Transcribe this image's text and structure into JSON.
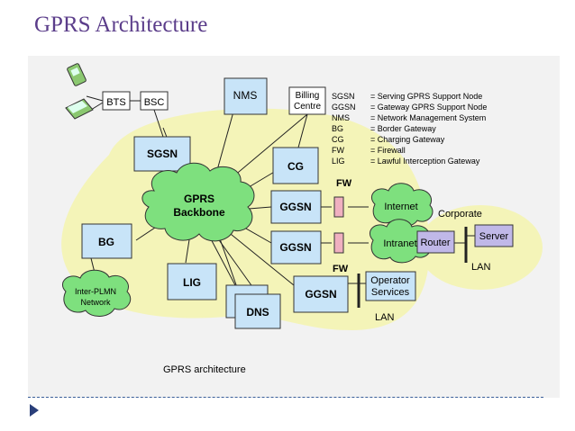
{
  "slide": {
    "title": "GPRS Architecture"
  },
  "colors": {
    "title": "#5b3d8a",
    "node_fill": "#c8e4f8",
    "cloud_fill": "#7ee07e",
    "blob_fill": "#f4f4b8",
    "firewall_fill": "#f0b0c0",
    "router_fill": "#c0b8e8",
    "separator": "#3a5f9a",
    "bullet": "#2a3f7a"
  },
  "icons": [
    "mobile-phone-icon",
    "laptop-icon",
    "bullet-arrow-icon"
  ],
  "diagram": {
    "caption": "GPRS architecture",
    "nodes": {
      "bts": "BTS",
      "bsc": "BSC",
      "nms": "NMS",
      "billing_line1": "Billing",
      "billing_line2": "Centre",
      "sgsn": "SGSN",
      "cg": "CG",
      "ggsn1": "GGSN",
      "ggsn2": "GGSN",
      "ggsn3": "GGSN",
      "bg": "BG",
      "lig": "LIG",
      "dns": "DNS",
      "router": "Router",
      "server": "Server",
      "operator_line1": "Operator",
      "operator_line2": "Services"
    },
    "clouds": {
      "backbone_line1": "GPRS",
      "backbone_line2": "Backbone",
      "internet": "Internet",
      "intranet": "Intranet",
      "interplmn_line1": "Inter-PLMN",
      "interplmn_line2": "Network"
    },
    "labels": {
      "fw_top": "FW",
      "fw_bottom": "FW",
      "corporate": "Corporate",
      "lan_corporate": "LAN",
      "lan_operator": "LAN"
    },
    "legend": [
      {
        "abbr": "SGSN",
        "desc": "= Serving GPRS Support Node"
      },
      {
        "abbr": "GGSN",
        "desc": "= Gateway GPRS Support Node"
      },
      {
        "abbr": "NMS",
        "desc": "= Network Management System"
      },
      {
        "abbr": "BG",
        "desc": "= Border Gateway"
      },
      {
        "abbr": "CG",
        "desc": "= Charging Gateway"
      },
      {
        "abbr": "FW",
        "desc": "= Firewall"
      },
      {
        "abbr": "LIG",
        "desc": "= Lawful Interception Gateway"
      }
    ]
  }
}
